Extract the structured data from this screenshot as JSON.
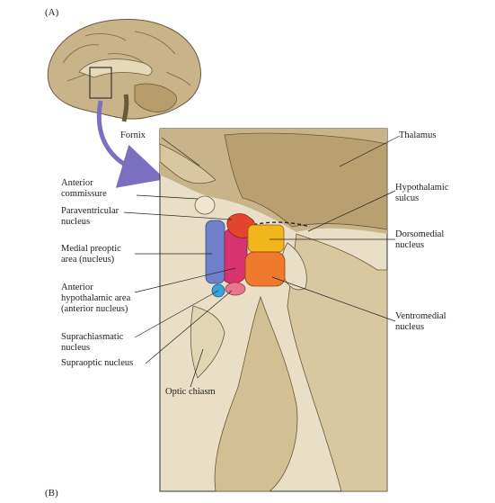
{
  "panels": {
    "a": "(A)",
    "b": "(B)"
  },
  "labels": {
    "fornix": "Fornix",
    "thalamus": "Thalamus",
    "anterior_commissure": "Anterior\ncommissure",
    "hypothalamic_sulcus": "Hypothalamic\nsulcus",
    "paraventricular": "Paraventricular\nnucleus",
    "dorsomedial": "Dorsomedial\nnucleus",
    "medial_preoptic": "Medial preoptic\narea (nucleus)",
    "anterior_hypothalamic": "Anterior\nhypothalamic area\n(anterior nucleus)",
    "ventromedial": "Ventromedial\nnucleus",
    "suprachiasmatic": "Suprachiasmatic\nnucleus",
    "supraoptic": "Supraoptic nucleus",
    "optic_chiasm": "Optic chiasm"
  },
  "colors": {
    "brain_tan": "#c9b48a",
    "tissue_light": "#e9dfc7",
    "tissue_mid": "#d8c79f",
    "medial_preoptic": "#6f7fc9",
    "anterior_hypothalamic": "#d6336f",
    "paraventricular": "#e2452b",
    "dorsomedial": "#f2b51c",
    "ventromedial": "#ef7a2e",
    "suprachiasmatic": "#3aa3df",
    "supraoptic": "#e8768d",
    "arrow": "#7b6fc0"
  }
}
